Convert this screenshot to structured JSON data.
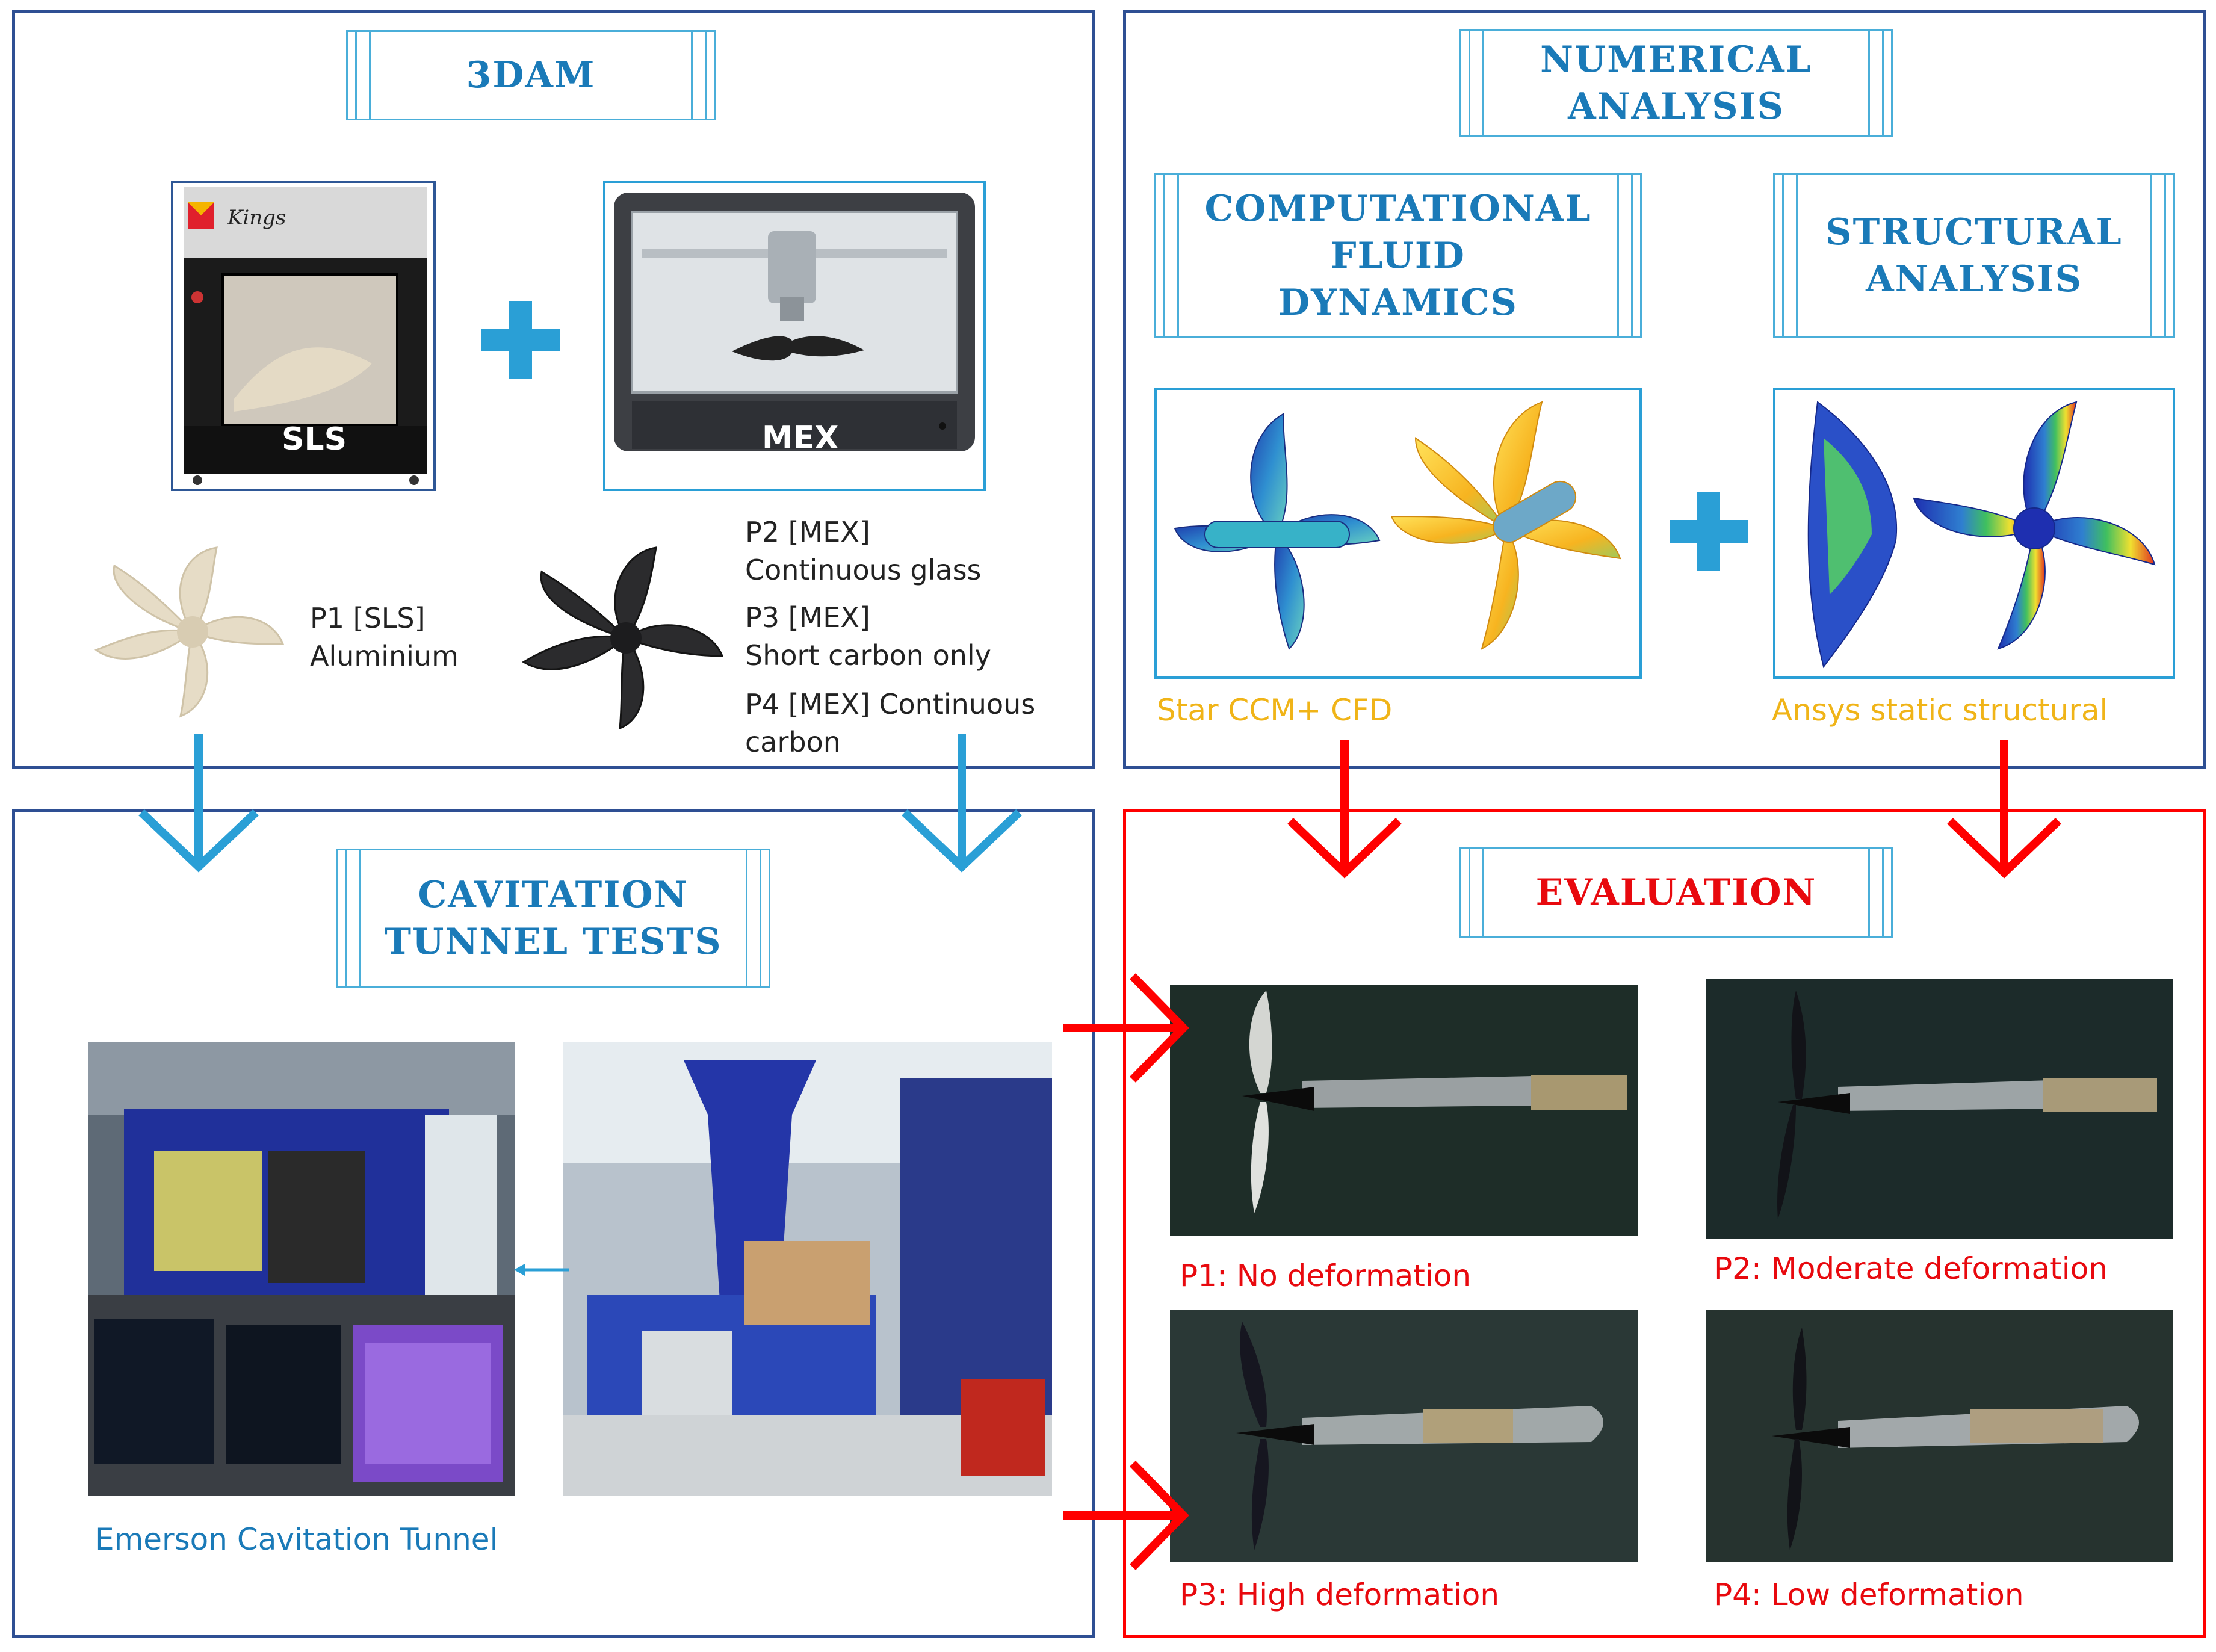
{
  "sections": {
    "am": {
      "title": "3DAM"
    },
    "numerical": {
      "title": "NUMERICAL\nANALYSIS"
    },
    "cfd": {
      "title": "COMPUTATIONAL\nFLUID\nDYNAMICS",
      "caption": "Star CCM+ CFD"
    },
    "structural": {
      "title": "STRUCTURAL\nANALYSIS",
      "caption": "Ansys static structural"
    },
    "cavitation": {
      "title": "CAVITATION\nTUNNEL TESTS",
      "caption": "Emerson Cavitation Tunnel"
    },
    "evaluation": {
      "title": "EVALUATION"
    }
  },
  "printers": {
    "sls": {
      "label": "SLS",
      "brand": "Kings"
    },
    "mex": {
      "label": "MEX"
    },
    "plus": "+"
  },
  "propellers": {
    "p1": {
      "line1": "P1 [SLS]",
      "line2": "Aluminium"
    },
    "p2": {
      "line1": "P2 [MEX]",
      "line2": "Continuous glass"
    },
    "p3": {
      "line1": "P3 [MEX]",
      "line2": "Short carbon only"
    },
    "p4": {
      "line1": "P4 [MEX] Continuous",
      "line2": "carbon"
    }
  },
  "results": [
    {
      "label": "P1: No deformation"
    },
    {
      "label": "P2: Moderate deformation"
    },
    {
      "label": "P3: High deformation"
    },
    {
      "label": "P4: Low deformation"
    }
  ],
  "colors": {
    "panel_border": "#2e4f93",
    "evaluation_border": "#ff0000",
    "title_blue": "#1a7ab8",
    "title_red": "#e8090e",
    "arrow_blue": "#2a9fd6",
    "arrow_red": "#ff0000",
    "caption_orange": "#f0b418"
  }
}
